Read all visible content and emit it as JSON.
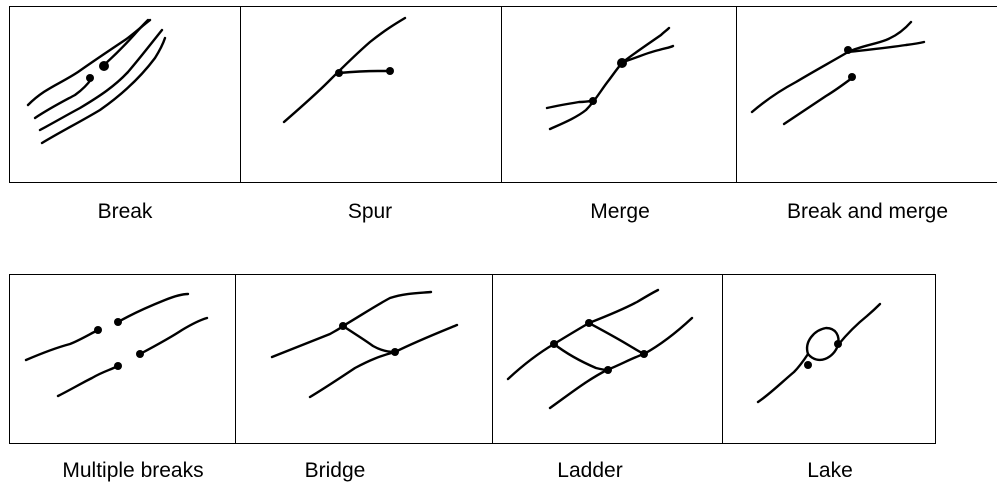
{
  "rows": [
    {
      "panels": [
        {
          "id": "break",
          "label": "Break"
        },
        {
          "id": "spur",
          "label": "Spur"
        },
        {
          "id": "merge",
          "label": "Merge"
        },
        {
          "id": "break-and-merge",
          "label": "Break and merge"
        }
      ]
    },
    {
      "panels": [
        {
          "id": "multiple-breaks",
          "label": "Multiple breaks"
        },
        {
          "id": "bridge",
          "label": "Bridge"
        },
        {
          "id": "ladder",
          "label": "Ladder"
        },
        {
          "id": "lake",
          "label": "Lake"
        }
      ]
    }
  ]
}
